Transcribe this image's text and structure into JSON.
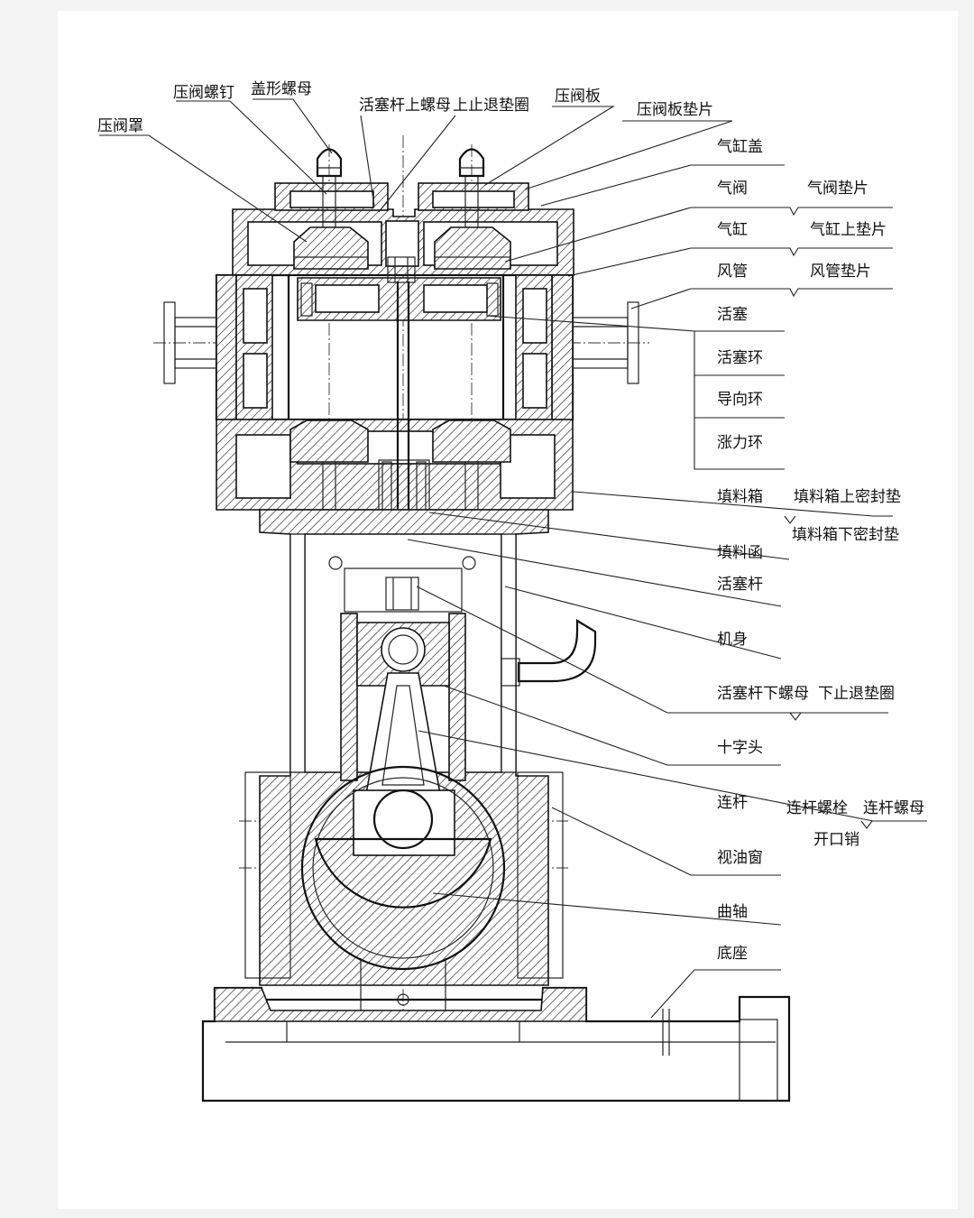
{
  "labels": {
    "yafazhao": "压阀罩",
    "yafaluoding": "压阀螺钉",
    "gaixingluomu": "盖形螺母",
    "huosaiganshangluomu": "活塞杆上螺母",
    "shangzhituidianquan": "上止退垫圈",
    "yafaban": "压阀板",
    "yafabandianpian": "压阀板垫片",
    "qiganggai": "气缸盖",
    "qifa": "气阀",
    "qifadianpian": "气阀垫片",
    "qigang": "气缸",
    "qigangshangdianpian": "气缸上垫片",
    "fengguan": "风管",
    "fengguandianpian": "风管垫片",
    "huosai": "活塞",
    "huosaihuan": "活塞环",
    "daoxianghuan": "导向环",
    "zhanglihuan": "涨力环",
    "tianliaoxiang": "填料箱",
    "tianliaoxiangshangmifengdian": "填料箱上密封垫",
    "tianliaoxiangxiamifengdian": "填料箱下密封垫",
    "tianliaohan": "填料函",
    "huosaigan": "活塞杆",
    "jishen": "机身",
    "huosaiganxialuomu": "活塞杆下螺母",
    "xiazhituidianquan": "下止退垫圈",
    "shizitou": "十字头",
    "liangan": "连杆",
    "lianganluoshuan": "连杆螺栓",
    "lianganluomu": "连杆螺母",
    "kaikouxiao": "开口销",
    "shiyouchuang": "视油窗",
    "quzhou": "曲轴",
    "dizuo": "底座"
  }
}
